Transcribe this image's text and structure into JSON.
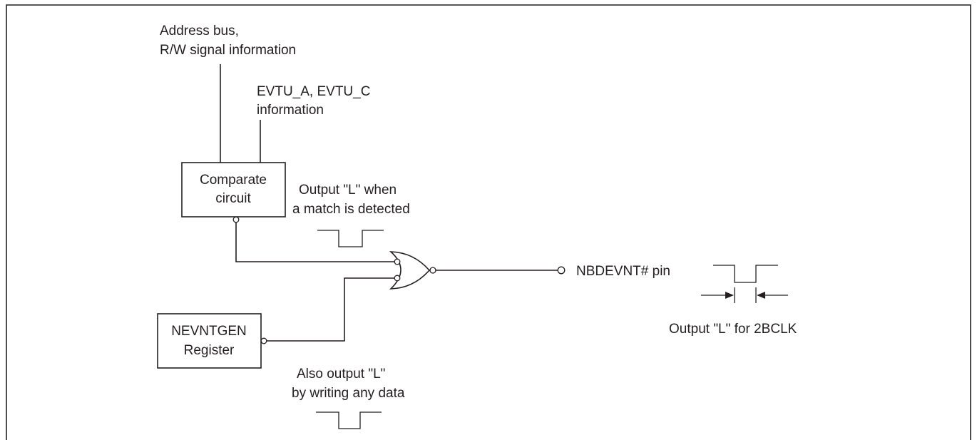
{
  "labels": {
    "address_bus_line1": "Address bus,",
    "address_bus_line2": "R/W signal information",
    "evtu_line1": "EVTU_A, EVTU_C",
    "evtu_line2": "information",
    "comparate_line1": "Comparate",
    "comparate_line2": "circuit",
    "match_note_line1": "Output \"L\" when",
    "match_note_line2": "a match is detected",
    "nevntgen_line1": "NEVNTGEN",
    "nevntgen_line2": "Register",
    "write_note_line1": "Also output \"L\"",
    "write_note_line2": "by writing any data",
    "pin_label": "NBDEVNT# pin",
    "pulse_width_note": "Output \"L\" for 2BCLK"
  }
}
